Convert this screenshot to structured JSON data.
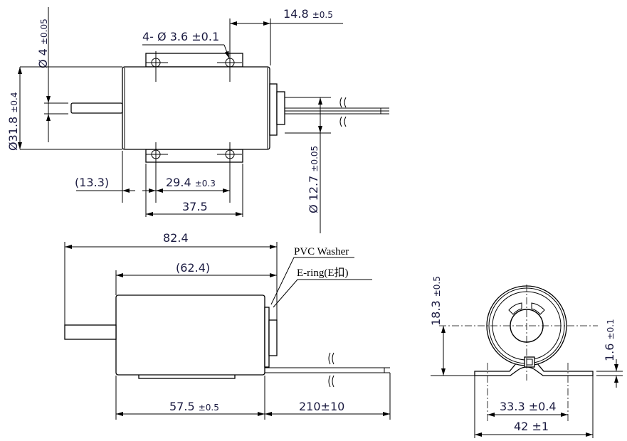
{
  "top_view": {
    "shaft_dia": {
      "value": "Ø 4",
      "tol": "±0.05"
    },
    "body_dia": {
      "value": "Ø31.8",
      "tol": "±0.4"
    },
    "holes": {
      "value": "4- Ø 3.6",
      "tol": "±0.1"
    },
    "rear_len": {
      "value": "14.8",
      "tol": "±0.5"
    },
    "offset": {
      "value": "(13.3)"
    },
    "hole_pitch": {
      "value": "29.4",
      "tol": "±0.3"
    },
    "flange_len": {
      "value": "37.5"
    },
    "cap_dia": {
      "value": "Ø 12.7",
      "tol": "±0.05"
    }
  },
  "side_view": {
    "overall": {
      "value": "82.4"
    },
    "body_overall": {
      "value": "(62.4)"
    },
    "pvc_washer": "PVC Washer",
    "e_ring": "E-ring(E扣)",
    "body_len": {
      "value": "57.5",
      "tol": "±0.5"
    },
    "wire_len": {
      "value": "210±10"
    }
  },
  "front_view": {
    "center_height": {
      "value": "18.3",
      "tol": "±0.5"
    },
    "base_thick": {
      "value": "1.6",
      "tol": "±0.1"
    },
    "hole_span": {
      "value": "33.3",
      "tol": "±0.4"
    },
    "base_width": {
      "value": "42",
      "tol": "±1"
    }
  }
}
